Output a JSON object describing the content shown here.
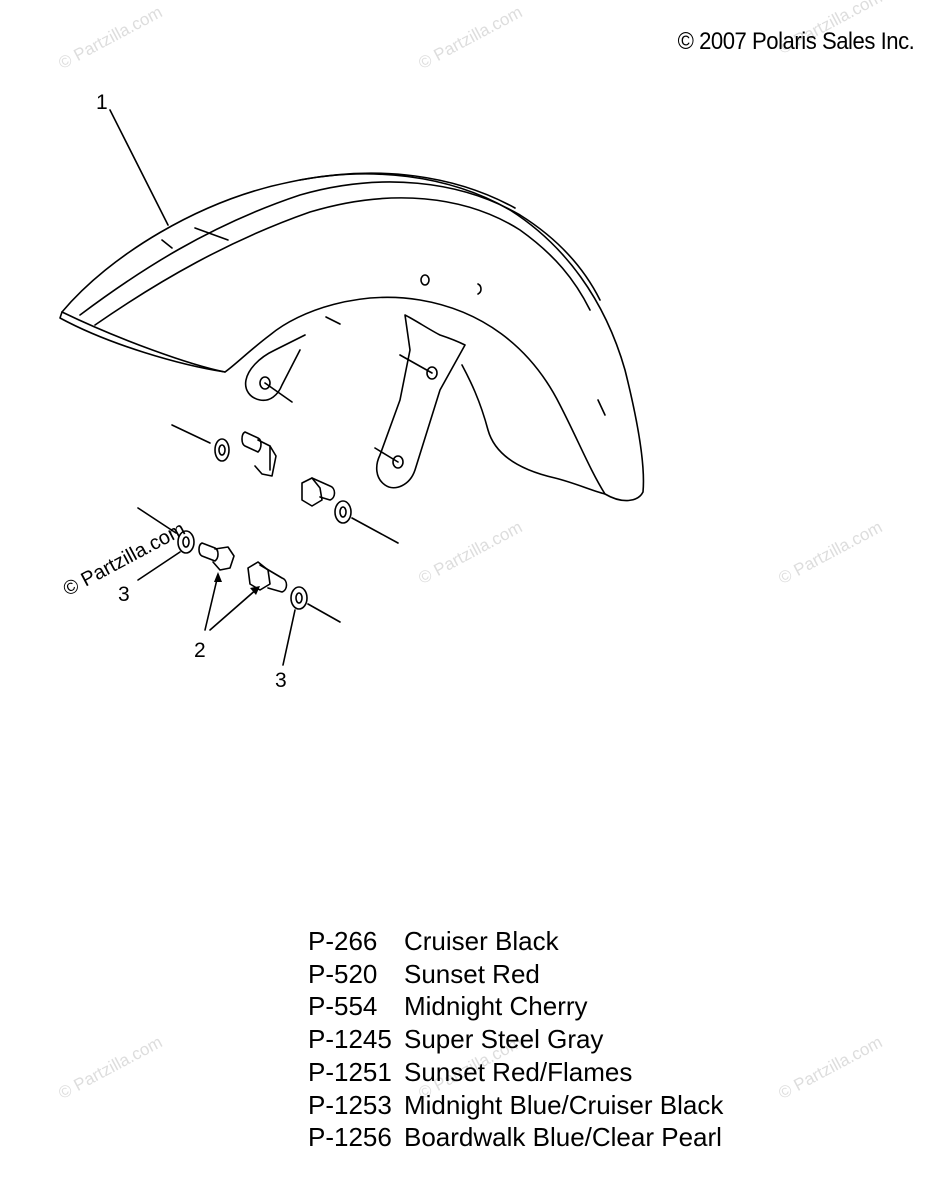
{
  "copyright": "© 2007 Polaris Sales Inc.",
  "watermark": "© Partzilla.com",
  "callouts": {
    "fender": "1",
    "bolts": "2",
    "washer_left": "3",
    "washer_right": "3"
  },
  "paint_codes": [
    {
      "code": "P-266",
      "color": "Cruiser Black"
    },
    {
      "code": "P-520",
      "color": "Sunset Red"
    },
    {
      "code": "P-554",
      "color": "Midnight Cherry"
    },
    {
      "code": "P-1245",
      "color": "Super Steel Gray"
    },
    {
      "code": "P-1251",
      "color": "Sunset Red/Flames"
    },
    {
      "code": "P-1253",
      "color": "Midnight Blue/Cruiser Black"
    },
    {
      "code": "P-1256",
      "color": "Boardwalk Blue/Clear Pearl"
    }
  ]
}
